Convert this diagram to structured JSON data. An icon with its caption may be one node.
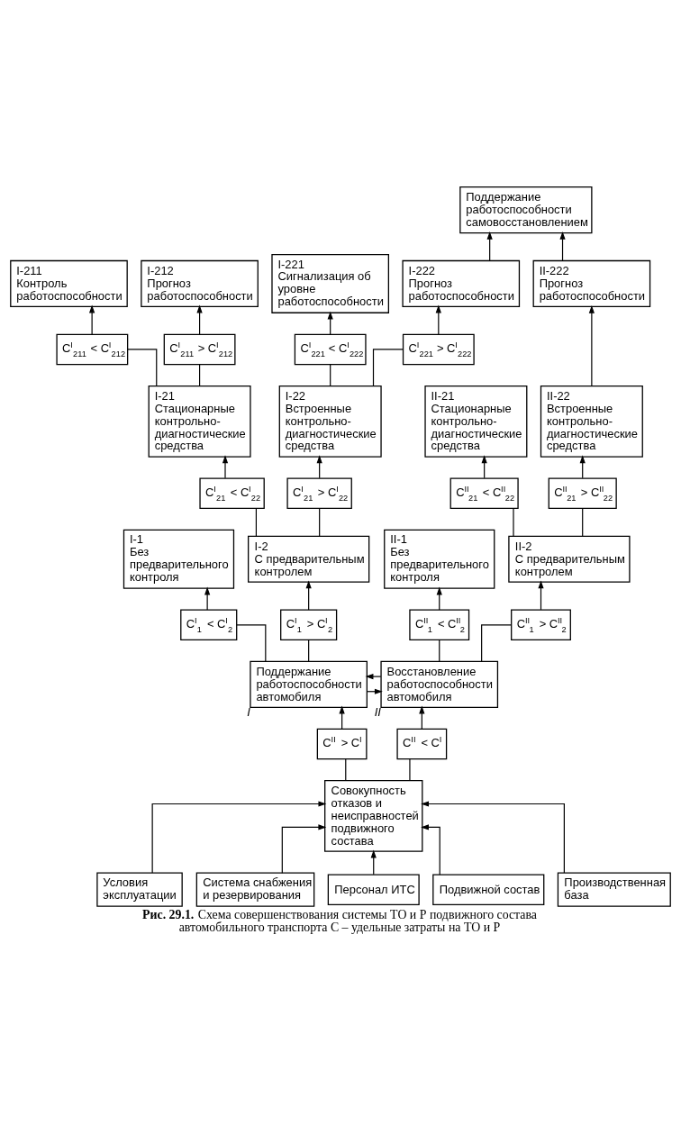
{
  "diagram": {
    "caption": "**Рис. 29.1.** Схема совершенствования системы ТО и Р подвижного состава автомобильного транспорта C – удельные затраты на ТО и Р",
    "nodes": [
      {
        "text": [
          "Условия эксплуатации"
        ]
      },
      {
        "text": [
          "Система снабжения и резервирования"
        ]
      },
      {
        "text": [
          "Персонал ИТС"
        ]
      },
      {
        "text": [
          "Подвижной состав"
        ]
      },
      {
        "text": [
          "Производственная база"
        ]
      },
      {
        "text": [
          "Совокупность отказов и неисправностей подвижного состава"
        ]
      },
      {
        "text": [
          "C$^{II}$ > C$^{I}$"
        ]
      },
      {
        "text": [
          "C$^{II}$ < C$^{I}$"
        ]
      },
      {
        "text": [
          "Поддержание работоспособности автомобиля"
        ],
        "beside": [
          "I"
        ]
      },
      {
        "text": [
          "Восстановление работоспособности автомобиля"
        ],
        "beside": [
          "II"
        ]
      },
      {
        "text": [
          "C$^{I}$$_{1}$ < C$^{I}$$_{2}$"
        ]
      },
      {
        "text": [
          "C$^{I}$$_{1}$ > C$^{I}$$_{2}$"
        ]
      },
      {
        "text": [
          "C$^{II}$$_{1}$ < C$^{II}$$_{2}$"
        ]
      },
      {
        "text": [
          "C$^{II}$$_{1}$ > C$^{II}$$_{2}$"
        ]
      },
      {
        "text": [
          "I-1",
          "Без предварительного контроля"
        ]
      },
      {
        "text": [
          "I-2",
          "С предварительным контролем"
        ]
      },
      {
        "text": [
          "II-1",
          "Без предварительного контроля"
        ]
      },
      {
        "text": [
          "II-2",
          "С предварительным контролем"
        ]
      },
      {
        "text": [
          "C$^{I}$$_{21}$ < C$^{I}$$_{22}$"
        ]
      },
      {
        "text": [
          "C$^{I}$$_{21}$ > C$^{I}$$_{22}$"
        ]
      },
      {
        "text": [
          "C$^{II}$$_{21}$ < C$^{II}$$_{22}$"
        ]
      },
      {
        "text": [
          "C$^{II}$$_{21}$ > C$^{II}$$_{22}$"
        ]
      },
      {
        "text": [
          "I-21",
          "Стационарные контрольно-диагностические средства"
        ]
      },
      {
        "text": [
          "I-22",
          "Встроенные контрольно-диагностические средства"
        ]
      },
      {
        "text": [
          "II-21",
          "Стационарные контрольно-диагностические средства"
        ]
      },
      {
        "text": [
          "II-22",
          "Встроенные контрольно-диагностические средства"
        ]
      },
      {
        "text": [
          "C$^{I}$$_{211}$ < C$^{I}$$_{212}$"
        ]
      },
      {
        "text": [
          "C$^{I}$$_{211}$ > C$^{I}$$_{212}$"
        ]
      },
      {
        "text": [
          "C$^{I}$$_{221}$ < C$^{I}$$_{222}$"
        ]
      },
      {
        "text": [
          "C$^{I}$$_{221}$ > C$^{I}$$_{222}$"
        ]
      },
      {
        "text": [
          "I-211",
          "Контроль работоспособности"
        ]
      },
      {
        "text": [
          "I-212",
          "Прогноз работоспособности"
        ]
      },
      {
        "text": [
          "I-221",
          "Сигнализация об уровне работоспособности"
        ]
      },
      {
        "text": [
          "I-222",
          "Прогноз работоспособности"
        ]
      },
      {
        "text": [
          "II-222",
          "Прогноз работоспособности"
        ]
      },
      {
        "text": [
          "Поддержание работоспособности самовосстановлением"
        ]
      }
    ],
    "edges": [
      {
        "from": 0,
        "to": 5,
        "arrow": "to"
      },
      {
        "from": 1,
        "to": 5,
        "arrow": "to"
      },
      {
        "from": 2,
        "to": 5,
        "arrow": "to"
      },
      {
        "from": 3,
        "to": 5,
        "arrow": "to"
      },
      {
        "from": 4,
        "to": 5,
        "arrow": "to"
      },
      {
        "from": 5,
        "to": 6,
        "arrow": "none"
      },
      {
        "from": 6,
        "to": 8,
        "arrow": "to"
      },
      {
        "from": 5,
        "to": 7,
        "arrow": "none"
      },
      {
        "from": 7,
        "to": 9,
        "arrow": "to"
      },
      {
        "from": 9,
        "to": 8,
        "arrow": "to"
      },
      {
        "from": 8,
        "to": 9,
        "arrow": "to"
      },
      {
        "from": 8,
        "to": 10,
        "arrow": "none"
      },
      {
        "from": 10,
        "to": 14,
        "arrow": "to"
      },
      {
        "from": 8,
        "to": 11,
        "arrow": "none"
      },
      {
        "from": 11,
        "to": 15,
        "arrow": "to"
      },
      {
        "from": 9,
        "to": 12,
        "arrow": "none"
      },
      {
        "from": 12,
        "to": 16,
        "arrow": "to"
      },
      {
        "from": 9,
        "to": 13,
        "arrow": "none"
      },
      {
        "from": 13,
        "to": 17,
        "arrow": "to"
      },
      {
        "from": 15,
        "to": 18,
        "arrow": "none"
      },
      {
        "from": 18,
        "to": 22,
        "arrow": "to"
      },
      {
        "from": 15,
        "to": 19,
        "arrow": "none"
      },
      {
        "from": 19,
        "to": 23,
        "arrow": "to"
      },
      {
        "from": 17,
        "to": 20,
        "arrow": "none"
      },
      {
        "from": 20,
        "to": 24,
        "arrow": "to"
      },
      {
        "from": 17,
        "to": 21,
        "arrow": "none"
      },
      {
        "from": 21,
        "to": 25,
        "arrow": "to"
      },
      {
        "from": 22,
        "to": 26,
        "arrow": "none"
      },
      {
        "from": 26,
        "to": 30,
        "arrow": "to"
      },
      {
        "from": 22,
        "to": 27,
        "arrow": "none"
      },
      {
        "from": 27,
        "to": 31,
        "arrow": "to"
      },
      {
        "from": 23,
        "to": 28,
        "arrow": "none"
      },
      {
        "from": 28,
        "to": 32,
        "arrow": "to"
      },
      {
        "from": 23,
        "to": 29,
        "arrow": "none"
      },
      {
        "from": 29,
        "to": 33,
        "arrow": "to"
      },
      {
        "from": 25,
        "to": 34,
        "arrow": "to"
      },
      {
        "from": 33,
        "to": 35,
        "arrow": "to"
      },
      {
        "from": 34,
        "to": 35,
        "arrow": "to"
      }
    ]
  }
}
